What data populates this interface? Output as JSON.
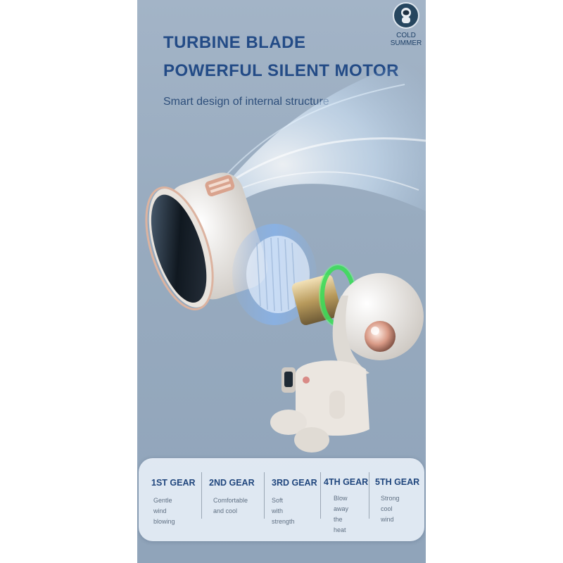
{
  "headline": {
    "line1": "TURBINE BLADE",
    "line2": "POWERFUL SILENT MOTOR",
    "subtitle": "Smart design of internal structure"
  },
  "brand": {
    "line1": "COLD",
    "line2": "SUMMER",
    "icon": "astronaut-icon"
  },
  "gears": [
    {
      "title": "1ST GEAR",
      "desc1": "Gentle wind",
      "desc2": "blowing"
    },
    {
      "title": "2ND GEAR",
      "desc1": "Comfortable",
      "desc2": "and cool"
    },
    {
      "title": "3RD GEAR",
      "desc1": "Soft with strength",
      "desc2": ""
    },
    {
      "title": "4TH GEAR",
      "desc1": "Blow away",
      "desc2": "the heat"
    },
    {
      "title": "5TH GEAR",
      "desc1": "Strong cool",
      "desc2": "wind"
    }
  ],
  "colors": {
    "title": "#234b86",
    "background": "#98abbf",
    "glow": "#3ddc5a",
    "accent": "#d9a38e"
  }
}
